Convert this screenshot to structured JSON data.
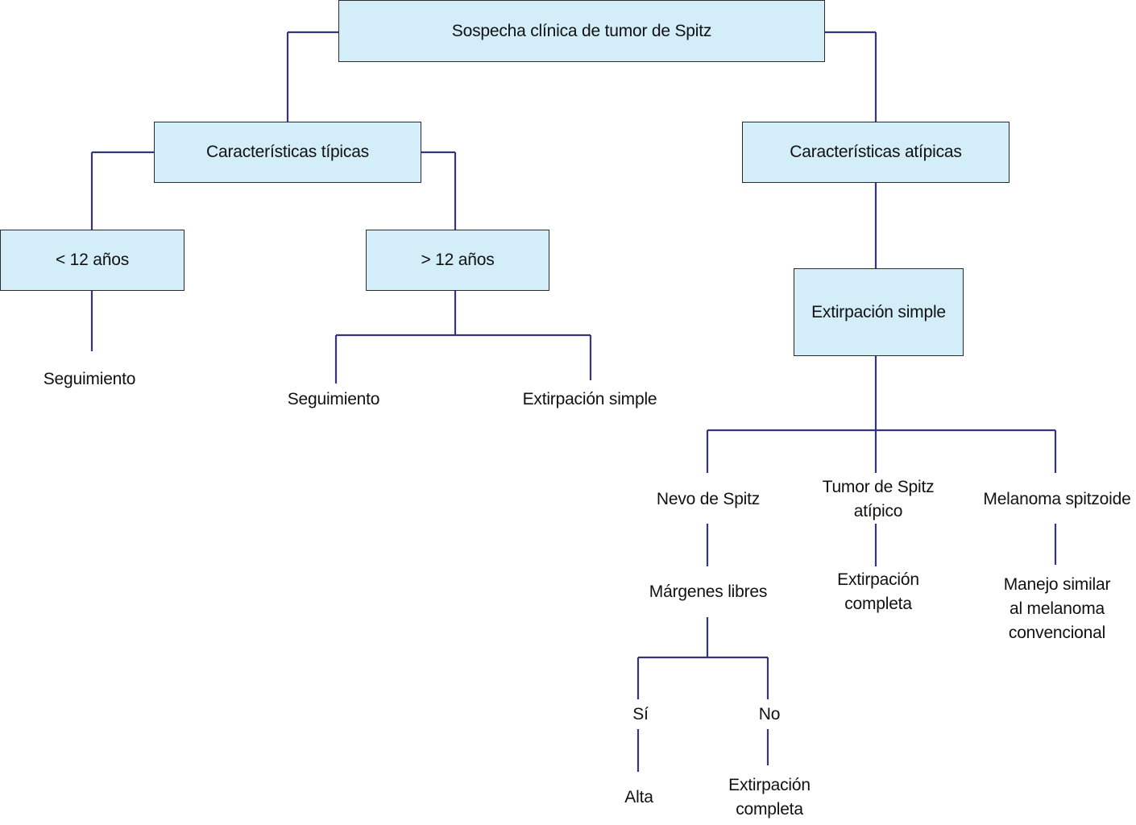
{
  "diagram": {
    "root": "Sospecha clínica de tumor de Spitz",
    "typical": "Características típicas",
    "atypical": "Características atípicas",
    "under12": "< 12 años",
    "over12": "> 12 años",
    "under12_outcome": "Seguimiento",
    "over12_outcome_left": "Seguimiento",
    "over12_outcome_right": "Extirpación simple",
    "atypical_action": "Extirpación simple",
    "result_nevus": "Nevo de Spitz",
    "result_atypical_line1": "Tumor de Spitz",
    "result_atypical_line2": "atípico",
    "result_melanoma": "Melanoma spitzoide",
    "free_margins": "Márgenes libres",
    "atypical_outcome_line1": "Extirpación",
    "atypical_outcome_line2": "completa",
    "melanoma_outcome_line1": "Manejo similar",
    "melanoma_outcome_line2": "al melanoma",
    "melanoma_outcome_line3": "convencional",
    "yes": "Sí",
    "no": "No",
    "yes_outcome": "Alta",
    "no_outcome_line1": "Extirpación",
    "no_outcome_line2": "completa"
  }
}
